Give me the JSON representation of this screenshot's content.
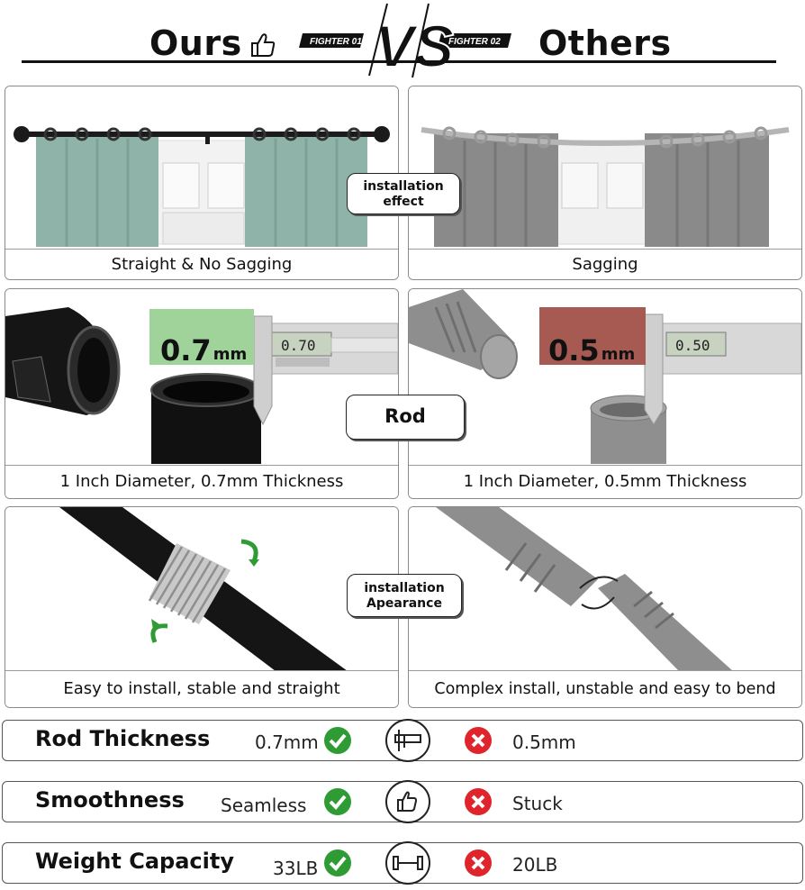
{
  "header": {
    "ours": "Ours",
    "others": "Others",
    "vs": "VS",
    "fighter_left": "FIGHTER 01",
    "fighter_right": "FIGHTER 02"
  },
  "sections": [
    {
      "label": "installation\neffect",
      "ours_caption": "Straight & No Sagging",
      "others_caption": "Sagging"
    },
    {
      "label": "Rod",
      "ours_caption": "1 Inch Diameter, 0.7mm Thickness",
      "others_caption": "1 Inch Diameter, 0.5mm Thickness",
      "ours_badge_value": "0.7",
      "ours_badge_unit": "mm",
      "others_badge_value": "0.5",
      "others_badge_unit": "mm",
      "ours_display": "0.70",
      "others_display": "0.50"
    },
    {
      "label": "installation\nApearance",
      "ours_caption": "Easy to install, stable and straight",
      "others_caption": "Complex install, unstable and easy to bend"
    }
  ],
  "comparison": [
    {
      "title": "Rod Thickness",
      "ours": "0.7mm",
      "others": "0.5mm",
      "icon": "caliper-icon"
    },
    {
      "title": "Smoothness",
      "ours": "Seamless",
      "others": "Stuck",
      "icon": "thumbs-up-icon"
    },
    {
      "title": "Weight Capacity",
      "ours": "33LB",
      "others": "20LB",
      "icon": "dumbbell-icon"
    }
  ],
  "colors": {
    "check": "#2e9b35",
    "cross": "#e0242b",
    "ours_badge": "#9fd39a",
    "others_badge": "#a65a52",
    "curtain_ours": "#8fb3a8",
    "curtain_others": "#8a8a8a"
  }
}
